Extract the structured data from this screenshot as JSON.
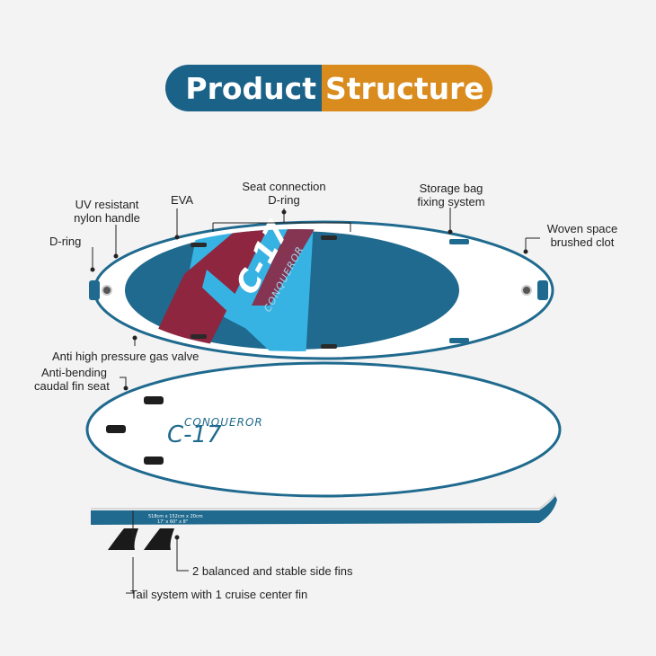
{
  "title": {
    "left": "Product",
    "right": "Structure"
  },
  "colors": {
    "brand_blue": "#1b6288",
    "brand_orange": "#d98b1d",
    "board_teal": "#1f6a8e",
    "accent_red": "#8e2640",
    "accent_cyan": "#37b3e3"
  },
  "labels": {
    "uv_handle_1": "UV resistant",
    "uv_handle_2": "nylon handle",
    "eva": "EVA",
    "seat_1": "Seat connection",
    "seat_2": "D-ring",
    "storage_1": "Storage bag",
    "storage_2": "fixing system",
    "woven_1": "Woven space",
    "woven_2": "brushed clot",
    "d_ring": "D-ring",
    "valve": "Anti high pressure gas valve",
    "antibend_1": "Anti-bending",
    "antibend_2": "caudal fin seat",
    "side_fins": "2 balanced and stable side fins",
    "tail": "Tail system with 1 cruise center fin"
  },
  "board": {
    "brand": "CONQUEROR",
    "model": "C-17",
    "model_top": "C-17",
    "dims_1": "518cm x 152cm x 20cm",
    "dims_2": "17' x 60\" x 8\""
  }
}
